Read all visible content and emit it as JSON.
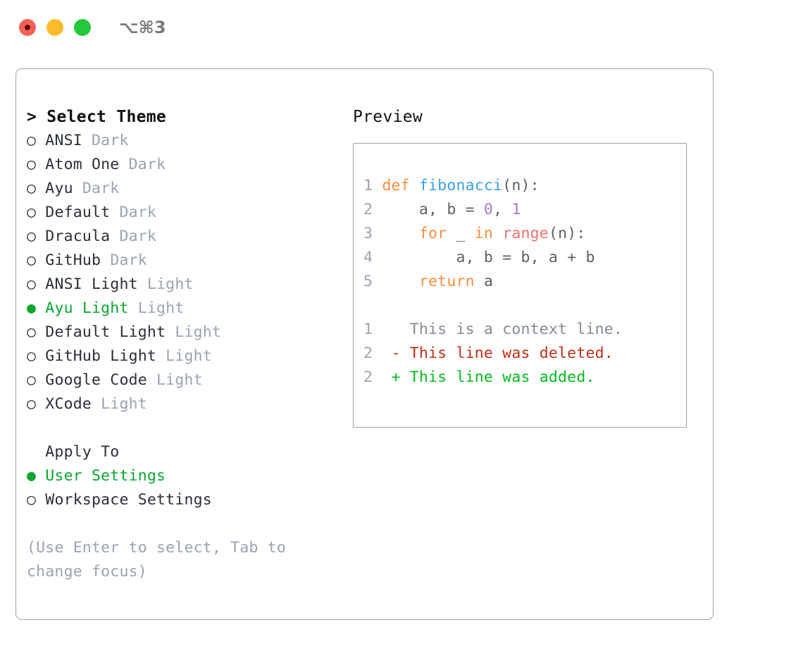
{
  "titlebar": {
    "buttons": [
      {
        "name": "close-button",
        "color": "#fb5f57"
      },
      {
        "name": "minimize-button",
        "color": "#fdbc2d"
      },
      {
        "name": "maximize-button",
        "color": "#25c73b"
      }
    ],
    "shortcut": "⌥⌘3"
  },
  "colors": {
    "accent_green": "#0ba52f",
    "muted": "#9aa3b2",
    "border": "#99a3b4",
    "text": "#2b2f36",
    "keyword": "#fa8d3e",
    "function": "#3aa3e3",
    "number": "#a37acc",
    "call": "#f07171",
    "diff_added": "#06bb1f",
    "diff_deleted": "#c22f18",
    "diff_context": "#828a96"
  },
  "left": {
    "header": "> Select Theme",
    "marker_selected": "●",
    "marker_unselected": "○",
    "themes": [
      {
        "marker": "○",
        "label": "ANSI",
        "tag": "Dark",
        "selected": false
      },
      {
        "marker": "○",
        "label": "Atom One",
        "tag": "Dark",
        "selected": false
      },
      {
        "marker": "○",
        "label": "Ayu",
        "tag": "Dark",
        "selected": false
      },
      {
        "marker": "○",
        "label": "Default",
        "tag": "Dark",
        "selected": false
      },
      {
        "marker": "○",
        "label": "Dracula",
        "tag": "Dark",
        "selected": false
      },
      {
        "marker": "○",
        "label": "GitHub",
        "tag": "Dark",
        "selected": false
      },
      {
        "marker": "○",
        "label": "ANSI Light",
        "tag": "Light",
        "selected": false
      },
      {
        "marker": "●",
        "label": "Ayu Light",
        "tag": "Light",
        "selected": true
      },
      {
        "marker": "○",
        "label": "Default Light",
        "tag": "Light",
        "selected": false
      },
      {
        "marker": "○",
        "label": "GitHub Light",
        "tag": "Light",
        "selected": false
      },
      {
        "marker": "○",
        "label": "Google Code",
        "tag": "Light",
        "selected": false
      },
      {
        "marker": "○",
        "label": "XCode",
        "tag": "Light",
        "selected": false
      }
    ],
    "apply_to": {
      "title": "  Apply To",
      "options": [
        {
          "marker": "●",
          "label": "User Settings",
          "selected": true
        },
        {
          "marker": "○",
          "label": "Workspace Settings",
          "selected": false
        }
      ]
    },
    "hint": "(Use Enter to select, Tab to change focus)"
  },
  "right": {
    "header": "Preview",
    "code_lines": [
      {
        "gutter": "1",
        "tokens": [
          {
            "t": "def ",
            "c": "kw"
          },
          {
            "t": "fibonacci",
            "c": "fn"
          },
          {
            "t": "(n):",
            "c": "plain"
          }
        ]
      },
      {
        "gutter": "2",
        "tokens": [
          {
            "t": "    a, b = ",
            "c": "plain"
          },
          {
            "t": "0",
            "c": "num"
          },
          {
            "t": ", ",
            "c": "plain"
          },
          {
            "t": "1",
            "c": "num"
          }
        ]
      },
      {
        "gutter": "3",
        "tokens": [
          {
            "t": "    for ",
            "c": "kw"
          },
          {
            "t": "_ ",
            "c": "plain"
          },
          {
            "t": "in ",
            "c": "kw"
          },
          {
            "t": "range",
            "c": "call"
          },
          {
            "t": "(n):",
            "c": "plain"
          }
        ]
      },
      {
        "gutter": "4",
        "tokens": [
          {
            "t": "        a, b = b, a + b",
            "c": "plain"
          }
        ]
      },
      {
        "gutter": "5",
        "tokens": [
          {
            "t": "    return ",
            "c": "kw"
          },
          {
            "t": "a",
            "c": "plain"
          }
        ]
      }
    ],
    "diff_lines": [
      {
        "gutter": "1",
        "sign": " ",
        "text": "This is a context line.",
        "kind": "ctx"
      },
      {
        "gutter": "2",
        "sign": "-",
        "text": "This line was deleted.",
        "kind": "del"
      },
      {
        "gutter": "2",
        "sign": "+",
        "text": "This line was added.",
        "kind": "add"
      }
    ]
  }
}
